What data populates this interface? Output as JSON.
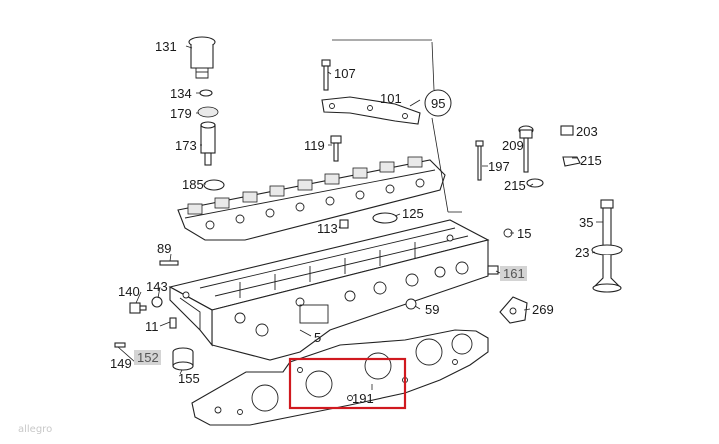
{
  "callouts": {
    "p131": "131",
    "p134": "134",
    "p179": "179",
    "p173": "173",
    "p185": "185",
    "p107": "107",
    "p101": "101",
    "p95": "95",
    "p119": "119",
    "p197": "197",
    "p209": "209",
    "p203": "203",
    "p215a": "215",
    "p215b": "215",
    "p125": "125",
    "p113": "113",
    "p15": "15",
    "p35": "35",
    "p23": "23",
    "p89": "89",
    "p161": "161",
    "p140": "140",
    "p143": "143",
    "p59": "59",
    "p269": "269",
    "p11": "11",
    "p5": "5",
    "p152": "152",
    "p149": "149",
    "p155": "155",
    "p191": "191"
  },
  "highlight": {
    "color": "#d0191f"
  },
  "watermark": "allegro"
}
